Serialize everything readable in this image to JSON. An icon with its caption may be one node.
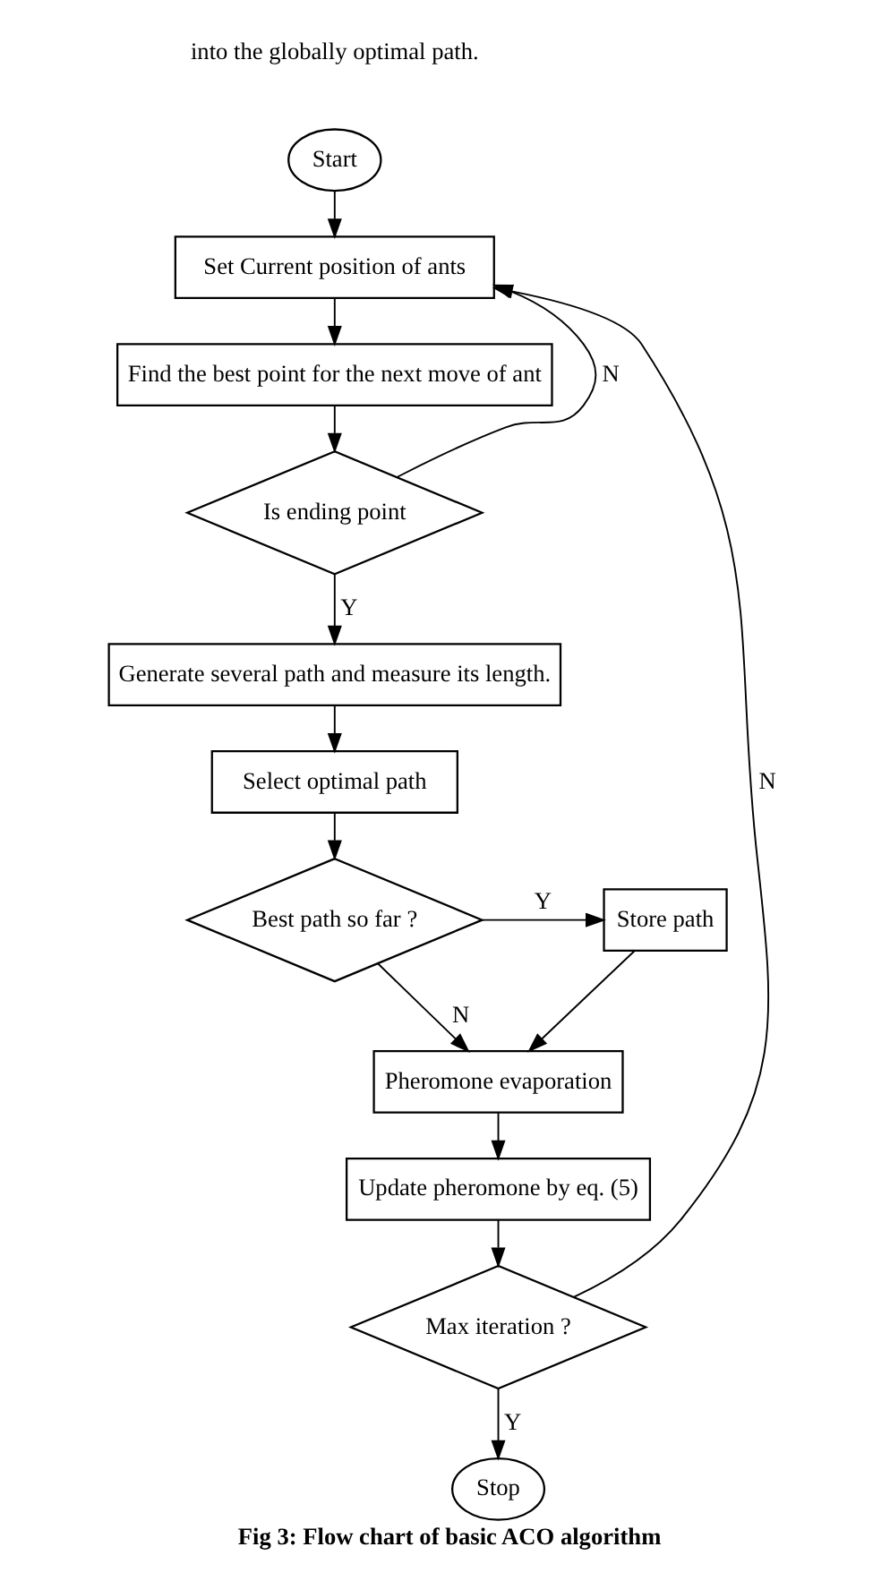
{
  "diagram": {
    "caption": "Fig 3: Flow chart of basic ACO algorithm",
    "nodes": [
      {
        "text": [
          "Start"
        ]
      },
      {
        "text": [
          "Set Current position of ants"
        ]
      },
      {
        "text": [
          "Find the best point for the next move of ant"
        ]
      },
      {
        "text": [
          "Is ending point"
        ]
      },
      {
        "text": [
          "Generate several path and measure its length."
        ]
      },
      {
        "text": [
          "Select optimal path"
        ]
      },
      {
        "text": [
          "Best path so far ?"
        ]
      },
      {
        "text": [
          "Store path"
        ]
      },
      {
        "text": [
          "Pheromone evaporation"
        ]
      },
      {
        "text": [
          "Update pheromone by eq. (5)"
        ]
      },
      {
        "text": [
          "Max iteration ?"
        ]
      },
      {
        "text": [
          "Stop"
        ]
      }
    ],
    "edges": [
      {
        "from": 0,
        "to": 1,
        "arrow": "to"
      },
      {
        "from": 1,
        "to": 2,
        "arrow": "to"
      },
      {
        "from": 2,
        "to": 3,
        "arrow": "to"
      },
      {
        "from": 3,
        "to": 1,
        "arrow": "to",
        "label": "N"
      },
      {
        "from": 3,
        "to": 4,
        "arrow": "to",
        "label": "Y"
      },
      {
        "from": 4,
        "to": 5,
        "arrow": "to"
      },
      {
        "from": 5,
        "to": 6,
        "arrow": "to"
      },
      {
        "from": 6,
        "to": 7,
        "arrow": "to",
        "label": "Y"
      },
      {
        "from": 7,
        "to": 8,
        "arrow": "to"
      },
      {
        "from": 6,
        "to": 8,
        "arrow": "to",
        "label": "N"
      },
      {
        "from": 8,
        "to": 9,
        "arrow": "to"
      },
      {
        "from": 9,
        "to": 10,
        "arrow": "to"
      },
      {
        "from": 10,
        "to": 1,
        "arrow": "to",
        "label": "N"
      },
      {
        "from": 10,
        "to": 11,
        "arrow": "to",
        "label": "Y"
      }
    ],
    "labels": [
      "into the globally optimal path."
    ]
  }
}
